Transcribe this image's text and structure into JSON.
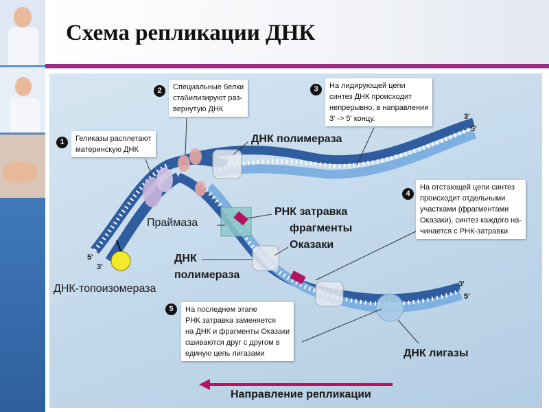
{
  "title": "Схема репликации ДНК",
  "diagram": {
    "steps": [
      {
        "num": "1",
        "lines": [
          "Геликазы расплетают",
          "материнскую ДНК"
        ]
      },
      {
        "num": "2",
        "lines": [
          "Специальные белки",
          "стабилизируют раз-",
          "вернутую ДНК"
        ]
      },
      {
        "num": "3",
        "lines": [
          "На лидирующей цепи",
          "синтез ДНК происходит",
          "непрерывно, в направлении",
          "3' -> 5' концу."
        ]
      },
      {
        "num": "4",
        "lines": [
          "На отстающей цепи синтез",
          "происходит отдельными",
          "участками (фрагментами",
          "Оказаки), синтез каждого на-",
          "чинается с РНК-затравки"
        ]
      },
      {
        "num": "5",
        "lines": [
          "На последнем этапе",
          "РНК затравка заменяется",
          "на ДНК и фрагменты Оказаки",
          "сшиваются друг с другом в",
          "единую цепь лигазами"
        ]
      }
    ],
    "labels": {
      "dna_polymerase_top": "ДНК полимераза",
      "rna_primer": "РНК затравка",
      "okazaki_1": "фрагменты",
      "okazaki_2": "Оказаки",
      "primase": "Праймаза",
      "dna_polymerase_bottom_1": "ДНК",
      "dna_polymerase_bottom_2": "полимераза",
      "topoisomerase": "ДНК-топоизомераза",
      "ligase": "ДНК лигазы",
      "direction": "Направление репликации"
    },
    "ends": {
      "top_right_3": "3'",
      "top_right_5": "5'",
      "left_5": "5'",
      "left_3": "3'",
      "bottom_right_3": "3'",
      "bottom_right_5": "5'"
    },
    "colors": {
      "strand": "#3f6fb7",
      "strand_light": "#6fa0d8",
      "primer": "#b3145e",
      "title_rule": "#9a2c84",
      "direction_arrow": "#b3145e"
    }
  }
}
